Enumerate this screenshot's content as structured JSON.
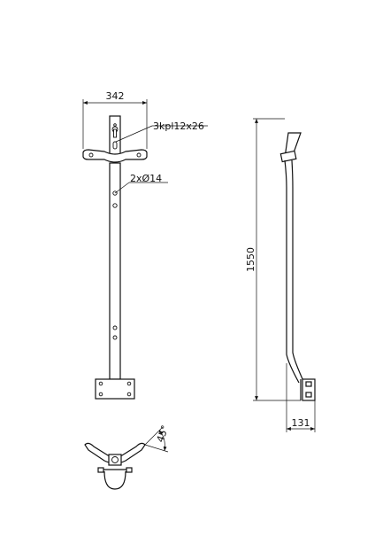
{
  "dimensions": {
    "width_342": "342",
    "slot_note": "3kpl12x26",
    "hole_note": "2xØ14",
    "height_1550": "1550",
    "offset_131": "131",
    "angle_45": "45°"
  }
}
